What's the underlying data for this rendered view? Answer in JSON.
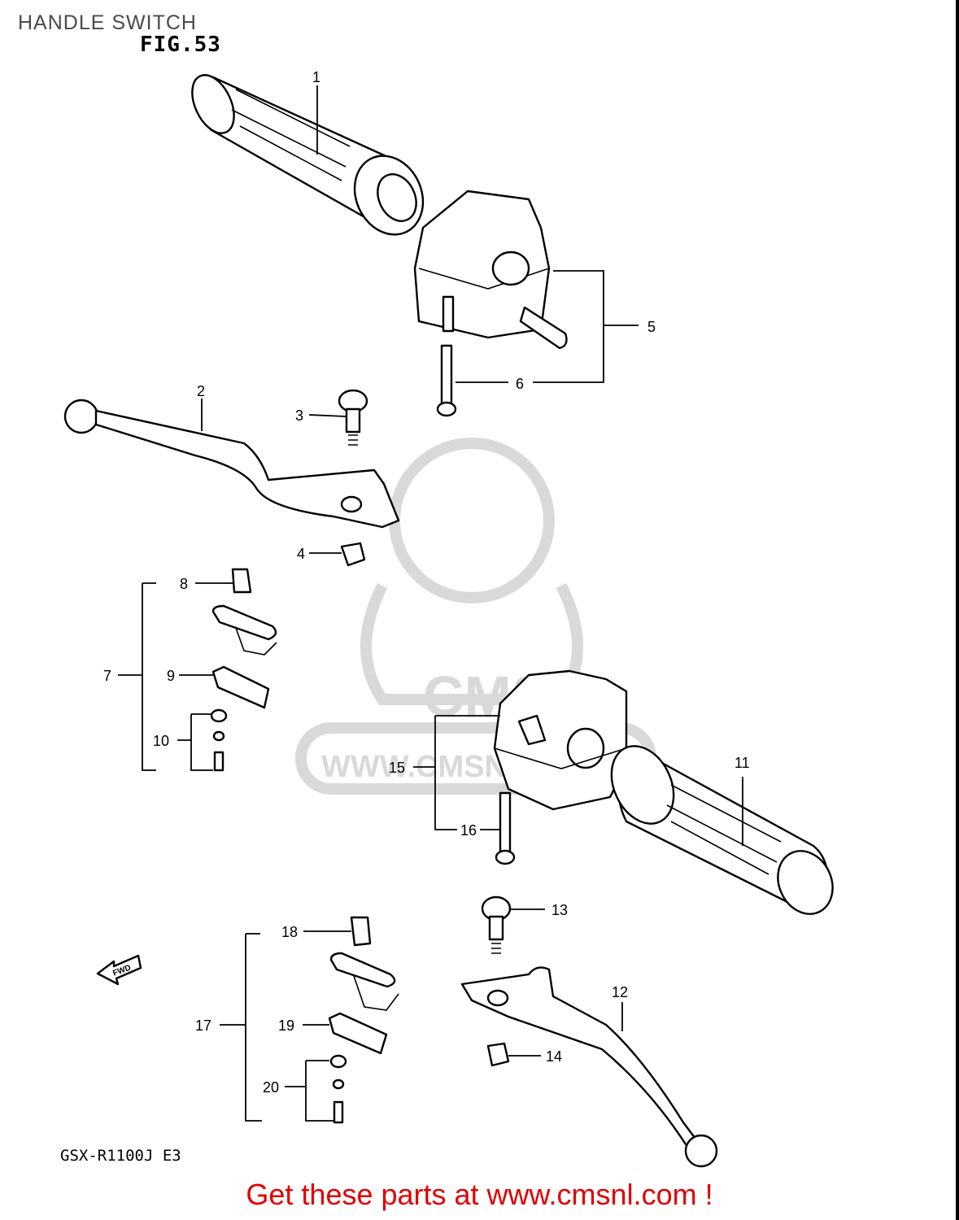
{
  "header": {
    "title": "HANDLE SWITCH",
    "figure": "FIG.53"
  },
  "footer": {
    "model": "GSX-R1100J  E3",
    "cta": "Get these parts at www.cmsnl.com !"
  },
  "watermark": {
    "brand": "CMS",
    "url": "WWW.CMSNL.COM"
  },
  "direction_marker": "FWD",
  "callouts": {
    "c1": "1",
    "c2": "2",
    "c3": "3",
    "c4": "4",
    "c5": "5",
    "c6": "6",
    "c7": "7",
    "c8": "8",
    "c9": "9",
    "c10": "10",
    "c11": "11",
    "c12": "12",
    "c13": "13",
    "c14": "14",
    "c15": "15",
    "c16": "16",
    "c17": "17",
    "c18": "18",
    "c19": "19",
    "c20": "20"
  },
  "colors": {
    "cta": "#e00000",
    "title": "#4a4a4a",
    "watermark": "#d9d9d9"
  }
}
